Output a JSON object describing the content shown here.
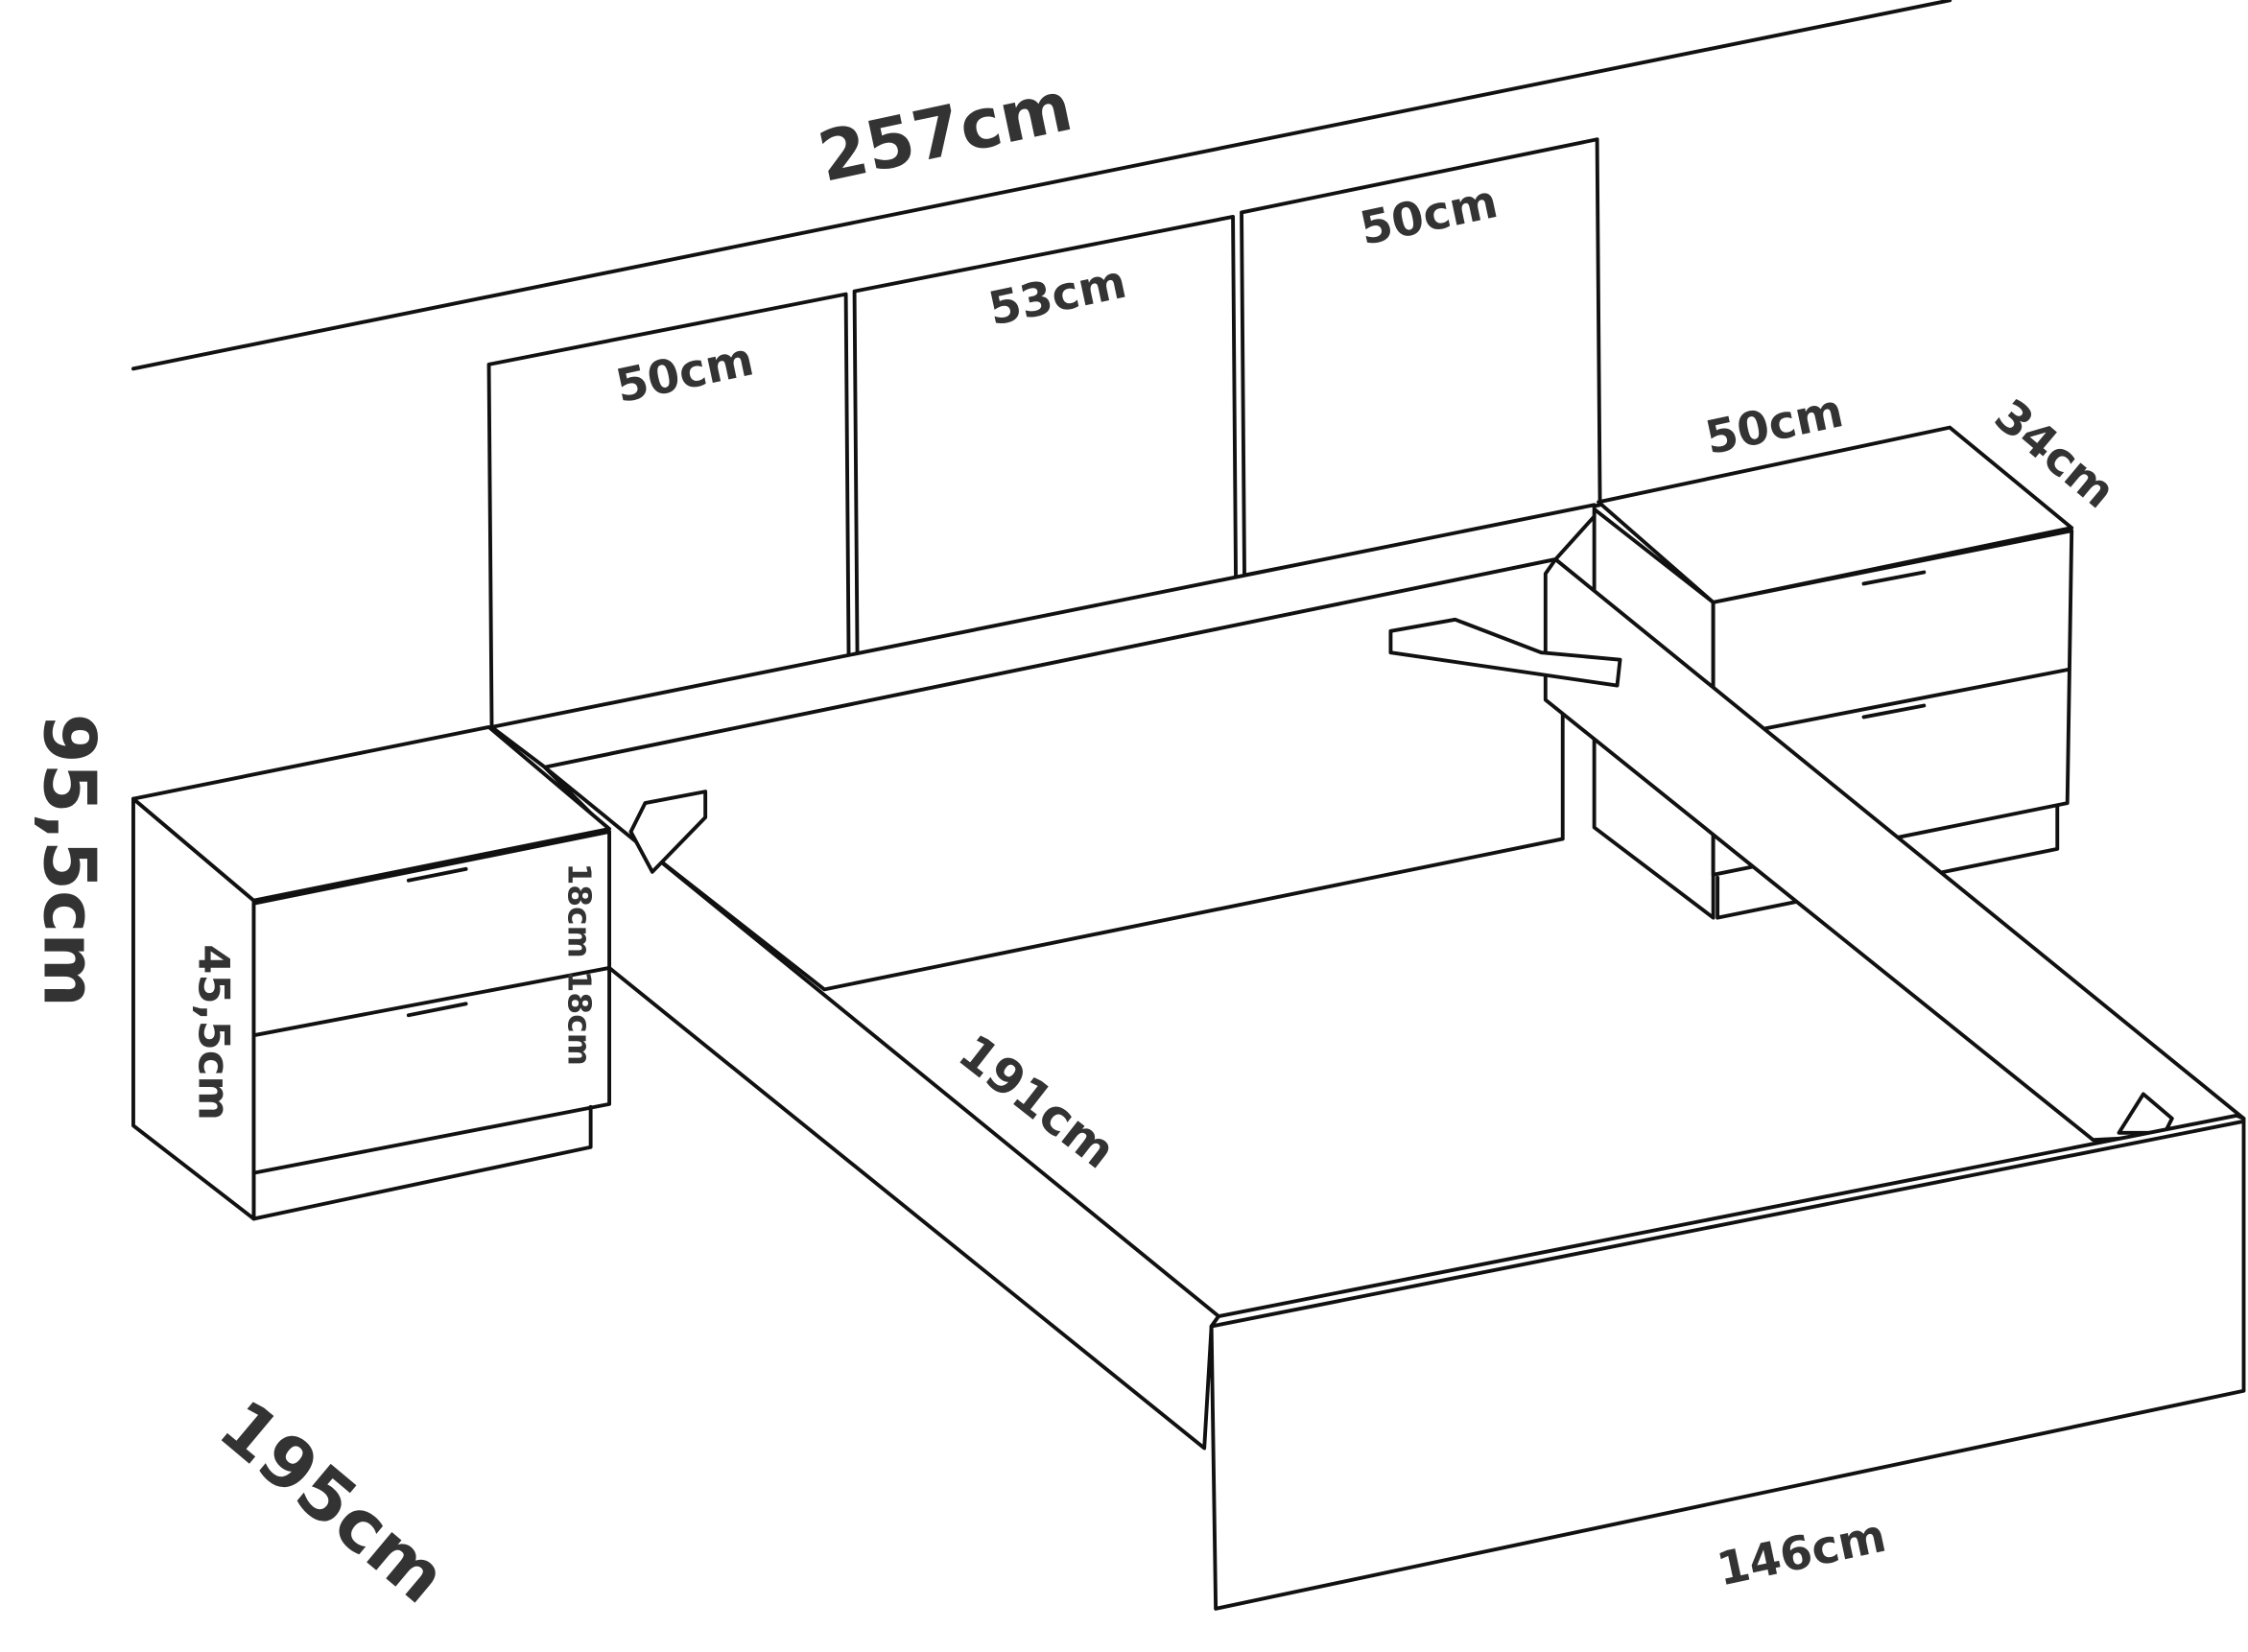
{
  "diagram": {
    "overall_width": "257cm",
    "headboard_panels": [
      "50cm",
      "53cm",
      "50cm"
    ],
    "nightstand_width": "50cm",
    "nightstand_depth": "34cm",
    "overall_height": "95,5cm",
    "nightstand_height": "45,5cm",
    "drawer_heights": [
      "18cm",
      "18cm"
    ],
    "inner_length": "191cm",
    "overall_length": "195cm",
    "bed_width": "146cm"
  }
}
